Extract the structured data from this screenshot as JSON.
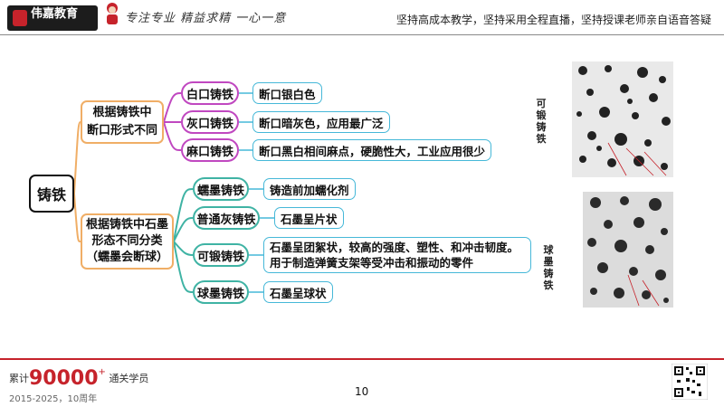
{
  "header": {
    "logo_text": "伟嘉教育",
    "slogan": "专注专业 精益求精 一心一意",
    "tagline": "坚持高成本教学，坚持采用全程直播，坚持授课老师亲自语音答疑"
  },
  "mindmap": {
    "root": "铸铁",
    "group1": {
      "label_line1": "根据铸铁中",
      "label_line2": "断口形式不同",
      "items": [
        {
          "name": "白口铸铁",
          "desc": "断口银白色"
        },
        {
          "name": "灰口铸铁",
          "desc": "断口暗灰色，应用最广泛"
        },
        {
          "name": "麻口铸铁",
          "desc": "断口黑白相间麻点，硬脆性大，工业应用很少"
        }
      ]
    },
    "group2": {
      "label_line1": "根据铸铁中石墨",
      "label_line2": "形态不同分类",
      "label_line3": "（蠕墨会断球）",
      "items": [
        {
          "name": "蠕墨铸铁",
          "desc": "铸造前加蠕化剂"
        },
        {
          "name": "普通灰铸铁",
          "desc": "石墨呈片状"
        },
        {
          "name": "可锻铸铁",
          "desc_line1": "石墨呈团絮状，较高的强度、塑性、和冲击韧度。",
          "desc_line2": "用于制造弹簧支架等受冲击和振动的零件"
        },
        {
          "name": "球墨铸铁",
          "desc": "石墨呈球状"
        }
      ]
    }
  },
  "images": {
    "top_label": "可锻铸铁",
    "bottom_label": "球墨铸铁"
  },
  "footer": {
    "prefix": "累计",
    "count": "90000",
    "suffix": "通关学员",
    "years": "2015-2025，10周年",
    "page_number": "10"
  },
  "colors": {
    "brand_red": "#c6232b",
    "pink_border": "#c048c0",
    "teal_border": "#3fb3a4",
    "orange_border": "#f0ae66",
    "blue_border": "#46b8d8"
  }
}
